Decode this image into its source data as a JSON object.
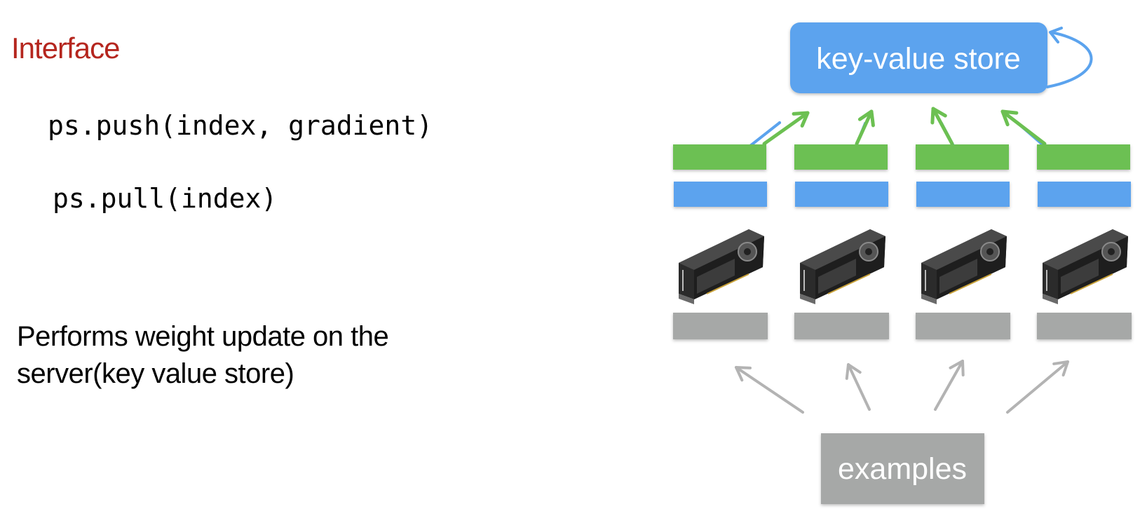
{
  "heading": {
    "text": "Interface",
    "color": "#b5261e"
  },
  "code": {
    "push_call": "ps.push(index, gradient)",
    "pull_call": "ps.pull(index)"
  },
  "description": {
    "line1": "Performs weight update on the",
    "line2": "server(key value store)"
  },
  "diagram": {
    "server_label": "key-value store",
    "data_label": "examples",
    "worker_count": 4,
    "worker_icon": "gpu-card-icon",
    "colors": {
      "server_box": "#5ba3ee",
      "gradient_bar": "#6cc052",
      "weight_bar": "#5ba3ee",
      "data_bar": "#a6a8a7",
      "data_box": "#a6a8a7",
      "push_arrow": "#6cc052",
      "pull_arrow": "#5ba3ee",
      "data_arrow": "#b3b3b3"
    }
  }
}
